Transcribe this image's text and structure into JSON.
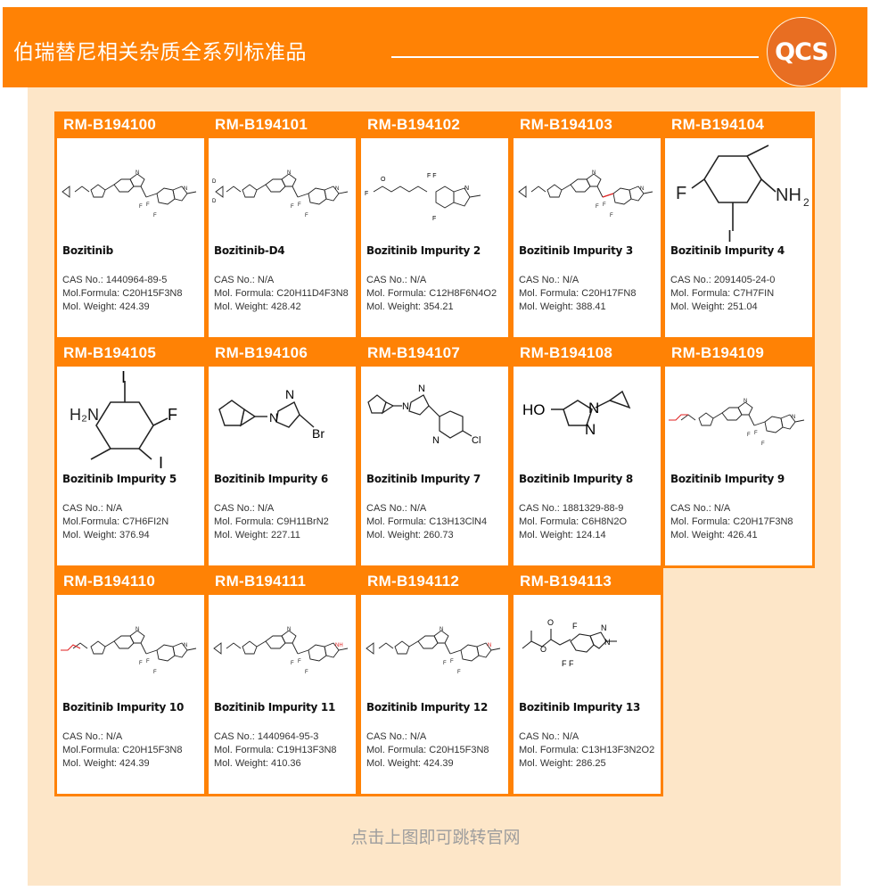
{
  "header": {
    "title": "伯瑞替尼相关杂质全系列标准品",
    "logo_text": "QCS",
    "brand_color": "#ff8205",
    "logo_color": "#e86e22",
    "panel_color": "#fde6c8"
  },
  "labels": {
    "cas": "CAS No.:",
    "formula": "Mol. Formula:",
    "formula_alt": "Mol.Formula:",
    "weight": "Mol. Weight:"
  },
  "products": [
    {
      "code": "RM-B194100",
      "name": "Bozitinib",
      "cas": "CAS No.:  1440964-89-5",
      "formula": "Mol.Formula: C20H15F3N8",
      "weight": "Mol. Weight: 424.39",
      "structure_icon": "bozitinib-structure-icon"
    },
    {
      "code": "RM-B194101",
      "name": "Bozitinib-D4",
      "cas": "CAS No.: N/A",
      "formula": "Mol. Formula: C20H11D4F3N8",
      "weight": "Mol. Weight:  428.42",
      "structure_icon": "bozitinib-d4-structure-icon"
    },
    {
      "code": "RM-B194102",
      "name": "Bozitinib Impurity 2",
      "cas": "CAS No.: N/A",
      "formula": "Mol. Formula: C12H8F6N4O2",
      "weight": "Mol. Weight: 354.21",
      "structure_icon": "impurity-2-structure-icon"
    },
    {
      "code": "RM-B194103",
      "name": "Bozitinib Impurity 3",
      "cas": "CAS No.: N/A",
      "formula": "Mol. Formula: C20H17FN8",
      "weight": "Mol. Weight: 388.41",
      "structure_icon": "impurity-3-structure-icon"
    },
    {
      "code": "RM-B194104",
      "name": "Bozitinib Impurity 4",
      "cas": "CAS No.: 2091405-24-0",
      "formula": "Mol. Formula: C7H7FIN",
      "weight": "Mol. Weight: 251.04",
      "structure_icon": "impurity-4-structure-icon"
    },
    {
      "code": "RM-B194105",
      "name": "Bozitinib Impurity 5",
      "cas": "CAS No.:  N/A",
      "formula": "Mol.Formula: C7H6FI2N",
      "weight": "Mol. Weight: 376.94",
      "structure_icon": "impurity-5-structure-icon"
    },
    {
      "code": "RM-B194106",
      "name": "Bozitinib Impurity 6",
      "cas": "CAS No.: N/A",
      "formula": "Mol. Formula: C9H11BrN2",
      "weight": "Mol. Weight:  227.11",
      "structure_icon": "impurity-6-structure-icon"
    },
    {
      "code": "RM-B194107",
      "name": "Bozitinib Impurity 7",
      "cas": "CAS No.: N/A",
      "formula": "Mol. Formula: C13H13ClN4",
      "weight": "Mol. Weight: 260.73",
      "structure_icon": "impurity-7-structure-icon"
    },
    {
      "code": "RM-B194108",
      "name": "Bozitinib Impurity 8",
      "cas": "CAS No.: 1881329-88-9",
      "formula": "Mol. Formula: C6H8N2O",
      "weight": "Mol. Weight: 124.14",
      "structure_icon": "impurity-8-structure-icon"
    },
    {
      "code": "RM-B194109",
      "name": "Bozitinib Impurity 9",
      "cas": "CAS No.: N/A",
      "formula": "Mol. Formula: C20H17F3N8",
      "weight": "Mol. Weight: 426.41",
      "structure_icon": "impurity-9-structure-icon"
    },
    {
      "code": "RM-B194110",
      "name": "Bozitinib Impurity 10",
      "cas": "CAS No.:  N/A",
      "formula": "Mol.Formula: C20H15F3N8",
      "weight": "Mol. Weight: 424.39",
      "structure_icon": "impurity-10-structure-icon"
    },
    {
      "code": "RM-B194111",
      "name": "Bozitinib Impurity 11",
      "cas": "CAS No.: 1440964-95-3",
      "formula": "Mol. Formula: C19H13F3N8",
      "weight": "Mol. Weight:  410.36",
      "structure_icon": "impurity-11-structure-icon"
    },
    {
      "code": "RM-B194112",
      "name": "Bozitinib Impurity 12",
      "cas": "CAS No.: N/A",
      "formula": "Mol. Formula: C20H15F3N8",
      "weight": "Mol. Weight: 424.39",
      "structure_icon": "impurity-12-structure-icon"
    },
    {
      "code": "RM-B194113",
      "name": "Bozitinib Impurity 13",
      "cas": "CAS No.: N/A",
      "formula": "Mol. Formula: C13H13F3N2O2",
      "weight": "Mol. Weight: 286.25",
      "structure_icon": "impurity-13-structure-icon"
    }
  ],
  "footer": {
    "note": "点击上图即可跳转官网"
  }
}
